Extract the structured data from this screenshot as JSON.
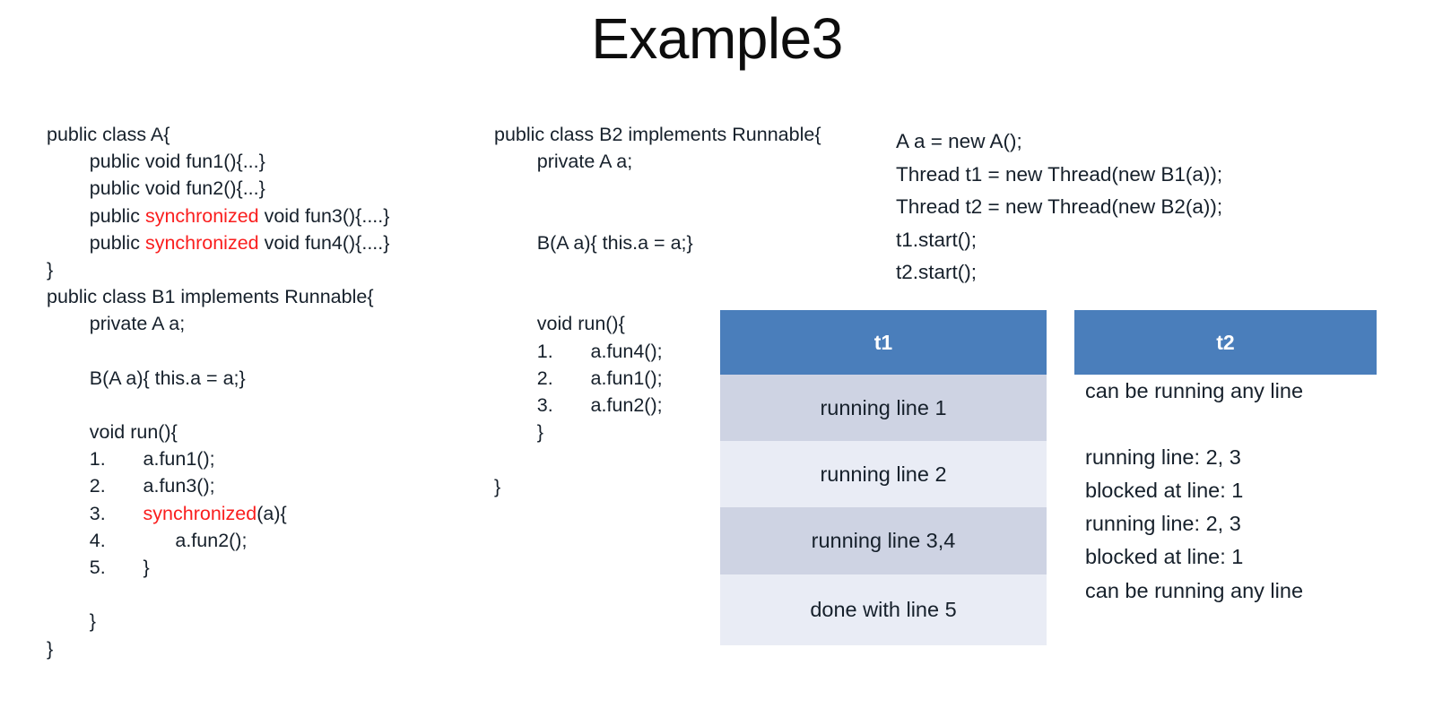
{
  "slide": {
    "title": "Example3"
  },
  "code": {
    "class_a": {
      "lines": [
        [
          {
            "t": "public class A{"
          }
        ],
        [
          {
            "t": "        public void fun1(){...}"
          }
        ],
        [
          {
            "t": "        public void fun2(){...}"
          }
        ],
        [
          {
            "t": "        public "
          },
          {
            "t": "synchronized",
            "c": "kw"
          },
          {
            "t": " void fun3(){....}"
          }
        ],
        [
          {
            "t": "        public "
          },
          {
            "t": "synchronized",
            "c": "kw"
          },
          {
            "t": " void fun4(){....}"
          }
        ],
        [
          {
            "t": "}"
          }
        ]
      ]
    },
    "class_b1": {
      "lines": [
        [
          {
            "t": "public class B1 implements Runnable{"
          }
        ],
        [
          {
            "t": "        private A a;"
          }
        ],
        [
          {
            "t": " "
          }
        ],
        [
          {
            "t": "        B(A a){ this.a = a;}"
          }
        ],
        [
          {
            "t": " "
          }
        ],
        [
          {
            "t": "        void run(){"
          }
        ],
        [
          {
            "t": "        1.       a.fun1();"
          }
        ],
        [
          {
            "t": "        2.       a.fun3();"
          }
        ],
        [
          {
            "t": "        3.       "
          },
          {
            "t": "synchronized",
            "c": "kw"
          },
          {
            "t": "(a){"
          }
        ],
        [
          {
            "t": "        4.             a.fun2();"
          }
        ],
        [
          {
            "t": "        5.       }"
          }
        ],
        [
          {
            "t": " "
          }
        ],
        [
          {
            "t": "        }"
          }
        ],
        [
          {
            "t": "}"
          }
        ]
      ]
    },
    "class_b2": {
      "lines": [
        [
          {
            "t": "public class B2 implements Runnable{"
          }
        ],
        [
          {
            "t": "        private A a;"
          }
        ],
        [
          {
            "t": " "
          }
        ],
        [
          {
            "t": " "
          }
        ],
        [
          {
            "t": "        B(A a){ this.a = a;}"
          }
        ],
        [
          {
            "t": " "
          }
        ],
        [
          {
            "t": " "
          }
        ],
        [
          {
            "t": "        void run(){"
          }
        ],
        [
          {
            "t": "        1.       a.fun4();"
          }
        ],
        [
          {
            "t": "        2.       a.fun1();"
          }
        ],
        [
          {
            "t": "        3.       a.fun2();"
          }
        ],
        [
          {
            "t": "        }"
          }
        ],
        [
          {
            "t": " "
          }
        ],
        [
          {
            "t": "}"
          }
        ]
      ]
    },
    "main": {
      "lines": [
        [
          {
            "t": "A a = new A();"
          }
        ],
        [
          {
            "t": "Thread t1 = new Thread(new B1(a));"
          }
        ],
        [
          {
            "t": "Thread t2 = new Thread(new B2(a));"
          }
        ],
        [
          {
            "t": "t1.start();"
          }
        ],
        [
          {
            "t": "t2.start();"
          }
        ]
      ]
    }
  },
  "tables": {
    "t1": {
      "header": "t1",
      "rows": [
        [
          "running line 1"
        ],
        [
          "running line 2"
        ],
        [
          "running line 3,4"
        ],
        [
          "done with line 5"
        ]
      ]
    },
    "t2": {
      "header": "t2",
      "rows": [
        [
          "can be running any line"
        ],
        [
          "running line: 2, 3",
          "blocked at line: 1"
        ],
        [
          "running line: 2, 3",
          "blocked at line: 1"
        ],
        [
          "can be running any line"
        ]
      ]
    }
  },
  "colors": {
    "header_blue": "#4a7ebb",
    "row_dark": "#ced3e3",
    "row_light": "#e9ecf5",
    "keyword_red": "#fa1e1e",
    "text": "#16202b"
  }
}
